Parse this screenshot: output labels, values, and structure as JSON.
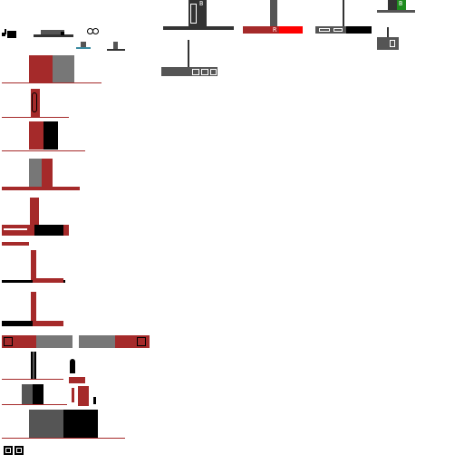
{
  "palette": {
    "dark_red": "#a52a2a",
    "mid_red": "#b22222",
    "bright_red": "#ff0000",
    "dark_gray": "#333333",
    "mid_gray": "#555555",
    "light_gray": "#777777",
    "black": "#000000",
    "green": "#1e8c1e",
    "teal": "#3a8aa0",
    "white": "#ffffff"
  },
  "sprites": {
    "top_right_1_label": "B",
    "top_right_4_label": "B",
    "top_mid_label": "R"
  }
}
